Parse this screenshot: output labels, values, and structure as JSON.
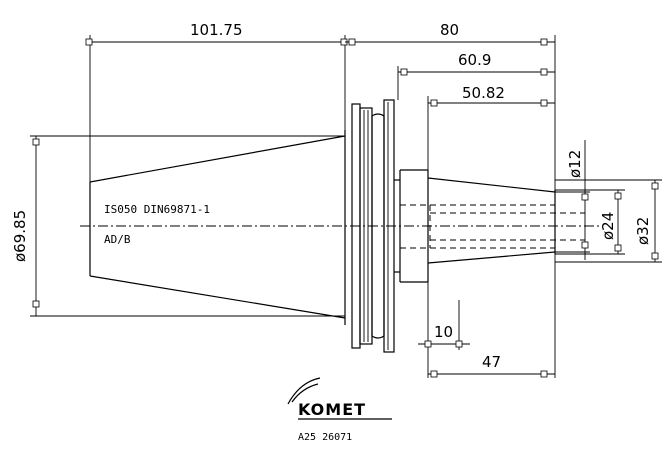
{
  "dimensions": {
    "taper_length": "101.75",
    "total_right": "80",
    "flange_to_end": "60.9",
    "shank_length": "50.82",
    "bore_depth": "10",
    "min_clamp": "47",
    "taper_diameter": "ø69.85",
    "diameter_12": "ø12",
    "diameter_24": "ø24",
    "diameter_32": "ø32"
  },
  "notes": {
    "standard": "IS050 DIN69871-1",
    "form": "AD/B"
  },
  "brand": {
    "name": "KOMET",
    "part_number": "A25 26071"
  }
}
